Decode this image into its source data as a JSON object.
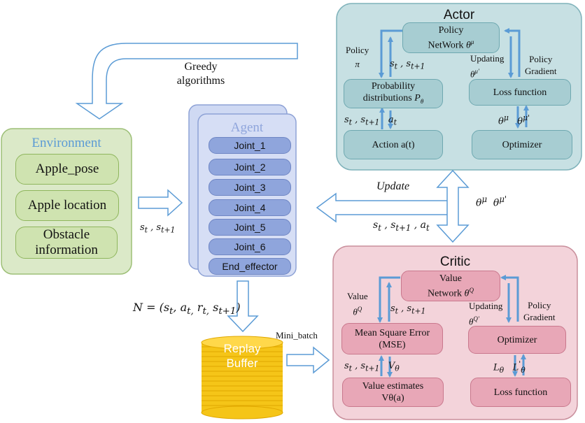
{
  "greedy": {
    "line1": "Greedy",
    "line2": "algorithms"
  },
  "environment": {
    "title": "Environment",
    "items": [
      "Apple_pose",
      "Apple location",
      "Obstacle information"
    ]
  },
  "env_to_agent_label": "s_t , s_{t+1}",
  "agent": {
    "title": "Agent",
    "joints": [
      "Joint_1",
      "Joint_2",
      "Joint_3",
      "Joint_4",
      "Joint_5",
      "Joint_6",
      "End_effector"
    ]
  },
  "transition_label": "N = (s_t, a_t, r_t, s_{t+1})",
  "replay": {
    "line1": "Replay",
    "line2": "Buffer"
  },
  "mini_batch": "Mini_batch",
  "update": {
    "label": "Update",
    "state_label": "s_t , s_{t+1} , a_t",
    "theta_label": "θ^μ  θ^μ'"
  },
  "actor": {
    "title": "Actor",
    "policy_network": "Policy NetWork θ^μ",
    "policy_pi_line1": "Policy",
    "policy_pi_line2": "π",
    "state_label": "s_t , s_{t+1}",
    "updating": "Updating θ^μ'",
    "policy_gradient_line1": "Policy",
    "policy_gradient_line2": "Gradient",
    "prob_dist_line1": "Probability",
    "prob_dist_line2": "distributions P_θ",
    "loss_function": "Loss function",
    "state_action_label": "s_t , s_{t+1}   a_t",
    "theta_label": "θ^μ   θ^μ'",
    "action": "Action a(t)",
    "optimizer": "Optimizer"
  },
  "critic": {
    "title": "Critic",
    "value_network_line1": "Value",
    "value_network_line2": "Network θ^Q",
    "value_label_line1": "Value",
    "value_label_line2": "θ^Q",
    "state_label": "s_t , s_{t+1}",
    "updating": "Updating θ^Q'",
    "policy_gradient_line1": "Policy",
    "policy_gradient_line2": "Gradient",
    "mse_line1": "Mean Square Error",
    "mse_line2": "(MSE)",
    "optimizer": "Optimizer",
    "state_v_label": "s_t , s_{t+1}   V_θ",
    "loss_label": "L_θ   L'_θ",
    "value_estimates_line1": "Value estimates",
    "value_estimates_line2": "Vθ(a)",
    "loss_function": "Loss function"
  },
  "colors": {
    "env_panel": "#dbe9c8",
    "env_box": "#cfe3b0",
    "agent_panel": "#cfd9f3",
    "joint": "#8fa5dc",
    "actor_panel": "#c7e0e3",
    "actor_box": "#a7cdd2",
    "critic_panel": "#f3d3da",
    "critic_box": "#e8a7b7",
    "arrow": "#5b9bd5",
    "replay": "#f5c518"
  }
}
